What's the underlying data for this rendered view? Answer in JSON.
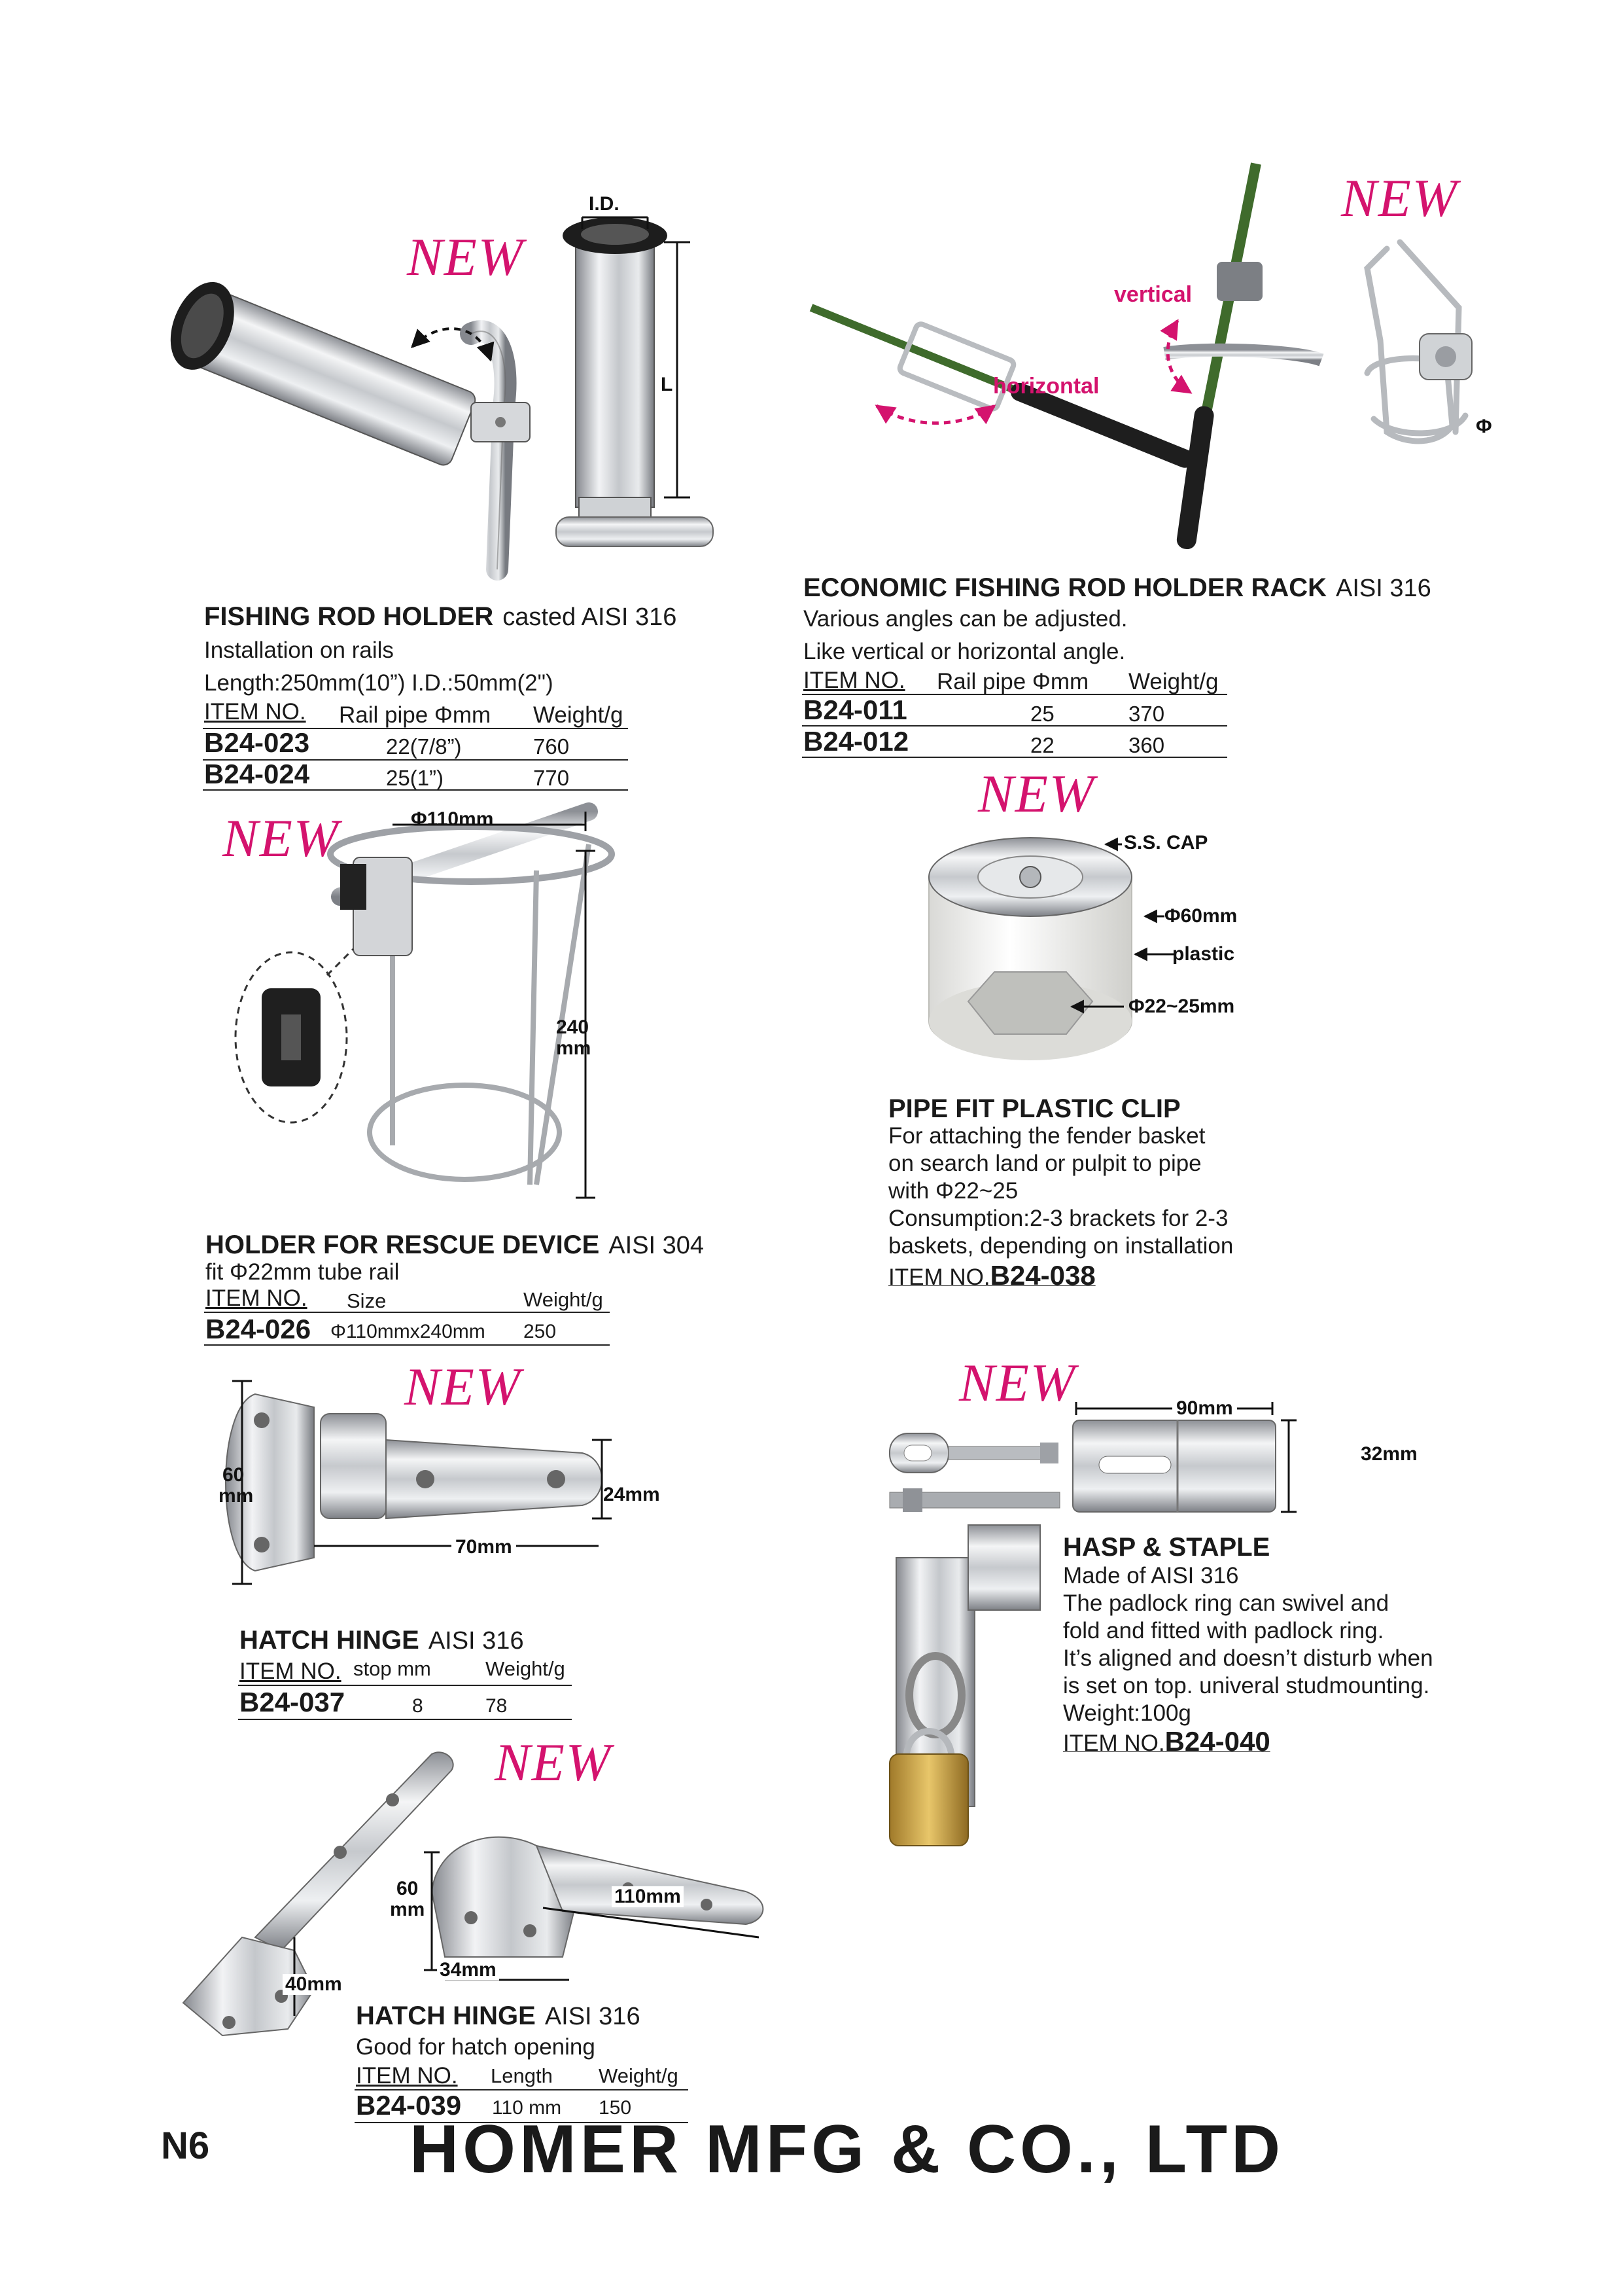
{
  "new_badge": "NEW",
  "products": {
    "rod_holder": {
      "title": "FISHING ROD HOLDER",
      "material": "casted AISI 316",
      "desc1": "Installation on rails",
      "desc2": "Length:250mm(10”)   I.D.:50mm(2\")",
      "dims": {
        "id": "I.D.",
        "length": "L"
      },
      "table": {
        "headers": [
          "ITEM NO.",
          "Rail pipe Φmm",
          "Weight/g"
        ],
        "rows": [
          {
            "item": "B24-023",
            "pipe": "22(7/8”)",
            "weight": "760"
          },
          {
            "item": "B24-024",
            "pipe": "25(1”)",
            "weight": "770"
          }
        ]
      }
    },
    "rod_rack": {
      "title": "ECONOMIC FISHING ROD HOLDER RACK",
      "material": "AISI 316",
      "desc1": "Various angles can be adjusted.",
      "desc2": "Like vertical or horizontal angle.",
      "labels": {
        "horizontal": "horizontal",
        "vertical": "vertical",
        "phi": "Φ"
      },
      "table": {
        "headers": [
          "ITEM NO.",
          "Rail pipe Φmm",
          "Weight/g"
        ],
        "rows": [
          {
            "item": "B24-011",
            "pipe": "25",
            "weight": "370"
          },
          {
            "item": "B24-012",
            "pipe": "22",
            "weight": "360"
          }
        ]
      }
    },
    "rescue_holder": {
      "title": "HOLDER FOR RESCUE DEVICE",
      "material": "AISI 304",
      "desc1": "fit  Φ22mm tube rail",
      "dims": {
        "diameter": "Φ110mm",
        "height_num": "240",
        "height_unit": "mm"
      },
      "table": {
        "headers": [
          "ITEM NO.",
          "Size",
          "Weight/g"
        ],
        "row": {
          "item": "B24-026",
          "size": "Φ110mmx240mm",
          "weight": "250"
        }
      }
    },
    "plastic_clip": {
      "title": "PIPE FIT PLASTIC CLIP",
      "desc": [
        "For attaching the fender basket",
        "on search land or pulpit to pipe",
        "with  Φ22~25",
        "Consumption:2-3 brackets for 2-3",
        "baskets, depending on installation"
      ],
      "item_label": "ITEM NO.",
      "item_code": "B24-038",
      "callouts": {
        "cap": "S.S. CAP",
        "dia": "Φ60mm",
        "plastic": "plastic",
        "pipe": "Φ22~25mm"
      }
    },
    "hatch_hinge_037": {
      "title": "HATCH HINGE",
      "material": "AISI 316",
      "dims": {
        "h_num": "60",
        "h_unit": "mm",
        "w": "24mm",
        "l": "70mm"
      },
      "table": {
        "headers": [
          "ITEM NO.",
          "stop mm",
          "Weight/g"
        ],
        "row": {
          "item": "B24-037",
          "stop": "8",
          "weight": "78"
        }
      }
    },
    "hasp_staple": {
      "title": "HASP & STAPLE",
      "desc": [
        "Made of AISI 316",
        "The padlock ring can swivel and",
        "fold and fitted with padlock ring.",
        "It’s aligned and doesn’t disturb when",
        "is set on top. univeral studmounting.",
        "Weight:100g"
      ],
      "item_label": "ITEM NO.",
      "item_code": "B24-040",
      "dims": {
        "l": "90mm",
        "w": "32mm"
      }
    },
    "hatch_hinge_039": {
      "title": "HATCH HINGE",
      "material": "AISI 316",
      "desc1": "Good for hatch opening",
      "dims": {
        "h_num": "60",
        "h_unit": "mm",
        "l": "110mm",
        "w": "34mm",
        "base": "40mm"
      },
      "table": {
        "headers": [
          "ITEM NO.",
          "Length",
          "Weight/g"
        ],
        "row": {
          "item": "B24-039",
          "length": "110 mm",
          "weight": "150"
        }
      }
    }
  },
  "footer": {
    "page": "N6",
    "company": "HOMER MFG & CO., LTD"
  },
  "colors": {
    "accent": "#d4136e",
    "text": "#1a1a1a",
    "steel": "#c9ccd0"
  }
}
